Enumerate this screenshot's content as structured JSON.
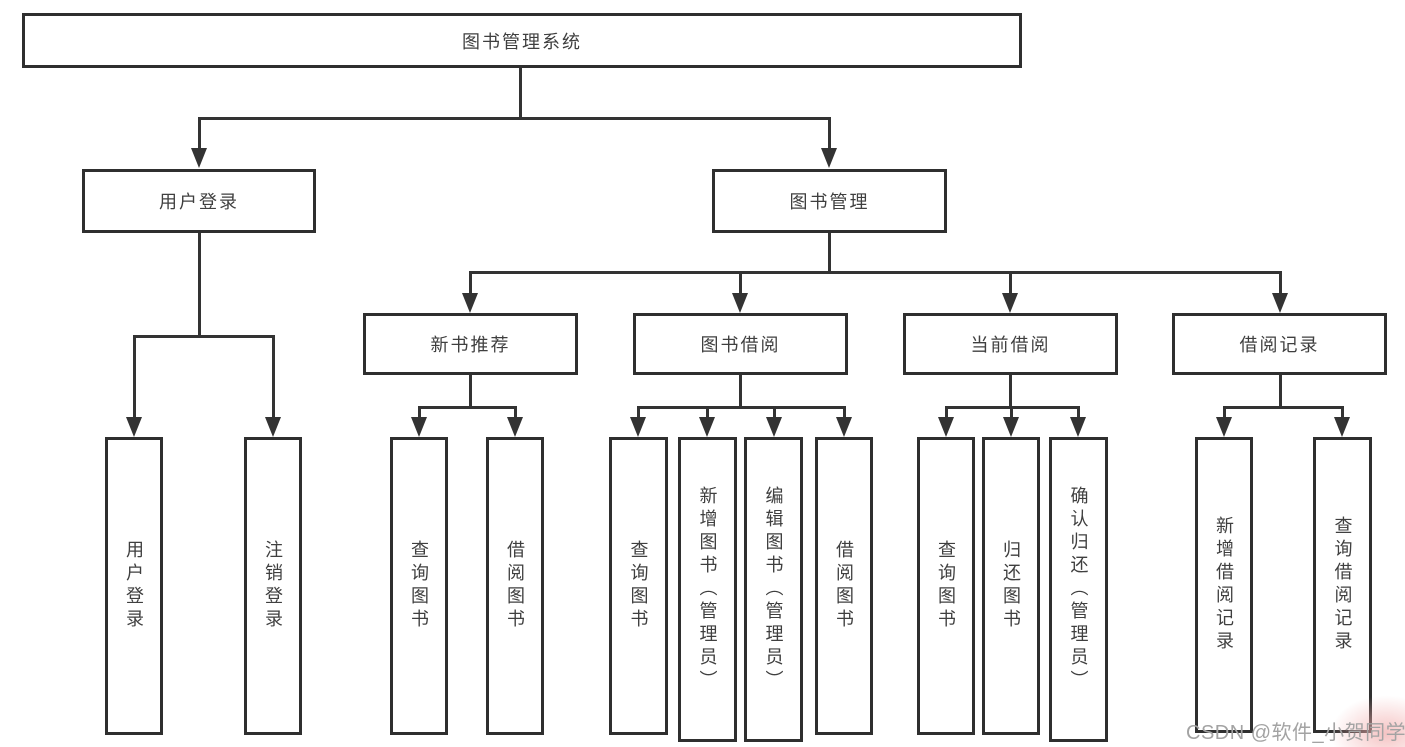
{
  "root": {
    "label": "图书管理系统"
  },
  "login_branch": {
    "label": "用户登录",
    "children": [
      {
        "label": "用户登录"
      },
      {
        "label": "注销登录"
      }
    ]
  },
  "mgmt_branch": {
    "label": "图书管理",
    "sections": [
      {
        "label": "新书推荐",
        "children": [
          {
            "label": "查询图书"
          },
          {
            "label": "借阅图书"
          }
        ]
      },
      {
        "label": "图书借阅",
        "children": [
          {
            "label": "查询图书"
          },
          {
            "label": "新增图书（管理员）"
          },
          {
            "label": "编辑图书（管理员）"
          },
          {
            "label": "借阅图书"
          }
        ]
      },
      {
        "label": "当前借阅",
        "children": [
          {
            "label": "查询图书"
          },
          {
            "label": "归还图书"
          },
          {
            "label": "确认归还（管理员）"
          }
        ]
      },
      {
        "label": "借阅记录",
        "children": [
          {
            "label": "新增借阅记录"
          },
          {
            "label": "查询借阅记录"
          }
        ]
      }
    ]
  },
  "watermark": {
    "text": "CSDN @软件_小贺同学"
  },
  "colors": {
    "line": "#333333",
    "box_border": "#2f2f2f",
    "text": "#3f3f3f",
    "watermark": "#a3a3a3"
  }
}
